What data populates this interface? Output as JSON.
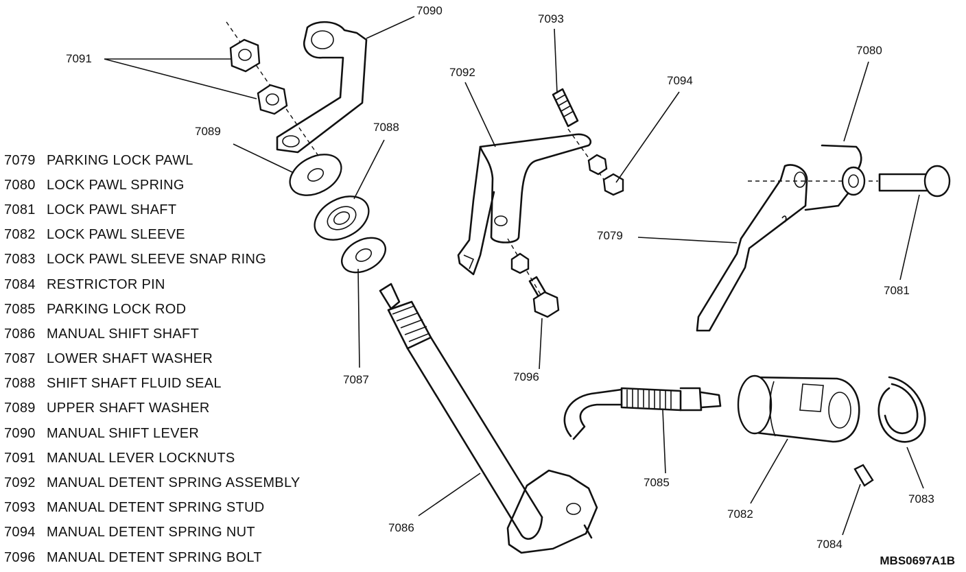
{
  "legend": [
    {
      "number": "7079",
      "name": "PARKING LOCK PAWL"
    },
    {
      "number": "7080",
      "name": "LOCK PAWL SPRING"
    },
    {
      "number": "7081",
      "name": "LOCK PAWL SHAFT"
    },
    {
      "number": "7082",
      "name": "LOCK PAWL SLEEVE"
    },
    {
      "number": "7083",
      "name": "LOCK PAWL SLEEVE SNAP RING"
    },
    {
      "number": "7084",
      "name": "RESTRICTOR PIN"
    },
    {
      "number": "7085",
      "name": "PARKING LOCK ROD"
    },
    {
      "number": "7086",
      "name": "MANUAL SHIFT SHAFT"
    },
    {
      "number": "7087",
      "name": "LOWER SHAFT WASHER"
    },
    {
      "number": "7088",
      "name": "SHIFT SHAFT FLUID SEAL"
    },
    {
      "number": "7089",
      "name": "UPPER SHAFT WASHER"
    },
    {
      "number": "7090",
      "name": "MANUAL SHIFT LEVER"
    },
    {
      "number": "7091",
      "name": "MANUAL LEVER LOCKNUTS"
    },
    {
      "number": "7092",
      "name": "MANUAL DETENT SPRING ASSEMBLY"
    },
    {
      "number": "7093",
      "name": "MANUAL DETENT SPRING STUD"
    },
    {
      "number": "7094",
      "name": "MANUAL DETENT SPRING NUT"
    },
    {
      "number": "7096",
      "name": "MANUAL DETENT SPRING BOLT"
    }
  ],
  "callouts": {
    "c7090": "7090",
    "c7091": "7091",
    "c7089": "7089",
    "c7088": "7088",
    "c7087": "7087",
    "c7086": "7086",
    "c7093": "7093",
    "c7092": "7092",
    "c7094": "7094",
    "c7096": "7096",
    "c7080": "7080",
    "c7079": "7079",
    "c7081": "7081",
    "c7085": "7085",
    "c7082": "7082",
    "c7083": "7083",
    "c7084": "7084"
  },
  "figure_id": "MBS0697A1B"
}
